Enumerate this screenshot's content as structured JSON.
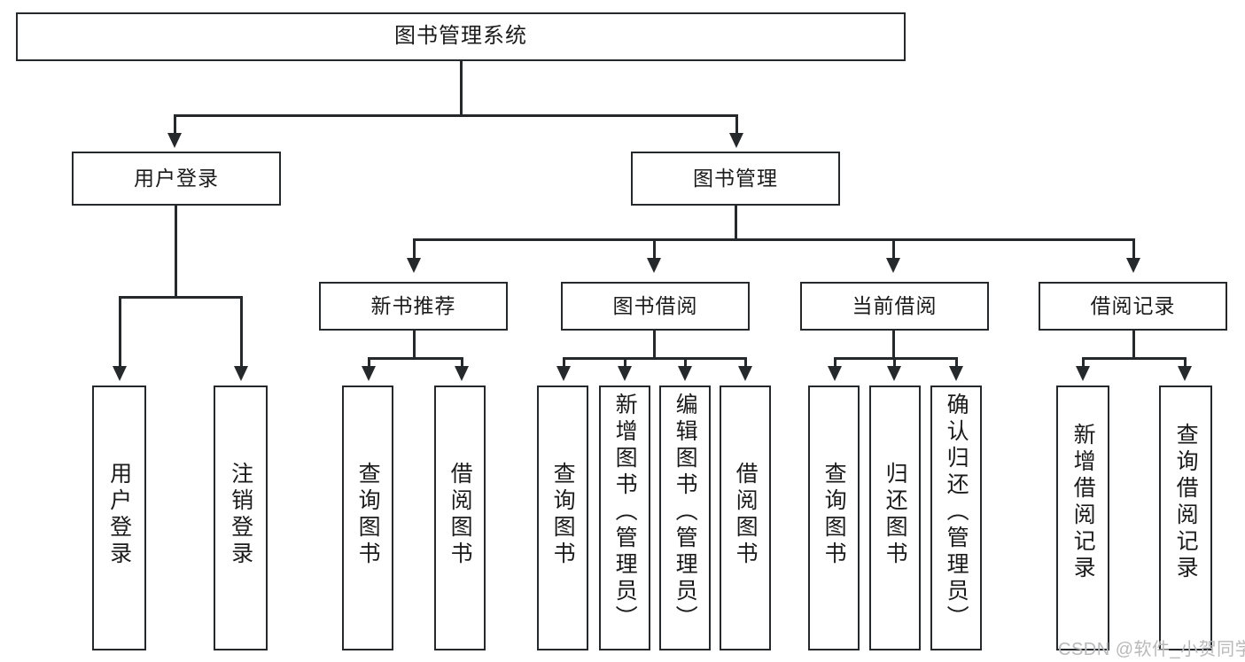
{
  "diagram": {
    "type": "tree-hierarchy",
    "title": "图书管理系统",
    "watermark": "CSDN @软件_小贺同学",
    "root": {
      "label": "图书管理系统"
    },
    "level2": [
      {
        "label": "用户登录"
      },
      {
        "label": "图书管理"
      }
    ],
    "level3": [
      {
        "label": "新书推荐"
      },
      {
        "label": "图书借阅"
      },
      {
        "label": "当前借阅"
      },
      {
        "label": "借阅记录"
      }
    ],
    "leaves": {
      "user_login": [
        {
          "label": "用户登录"
        },
        {
          "label": "注销登录"
        }
      ],
      "new_book_recommend": [
        {
          "label": "查询图书"
        },
        {
          "label": "借阅图书"
        }
      ],
      "book_borrow": [
        {
          "label": "查询图书"
        },
        {
          "label": "新增图书（管理员）"
        },
        {
          "label": "编辑图书（管理员）"
        },
        {
          "label": "借阅图书"
        }
      ],
      "current_borrow": [
        {
          "label": "查询图书"
        },
        {
          "label": "归还图书"
        },
        {
          "label": "确认归还（管理员）"
        }
      ],
      "borrow_record": [
        {
          "label": "新增借阅记录"
        },
        {
          "label": "查询借阅记录"
        }
      ]
    },
    "colors": {
      "stroke": "#26292c",
      "fill": "#ffffff",
      "text": "#1b1b1b",
      "watermark": "#b9b9b9"
    }
  }
}
